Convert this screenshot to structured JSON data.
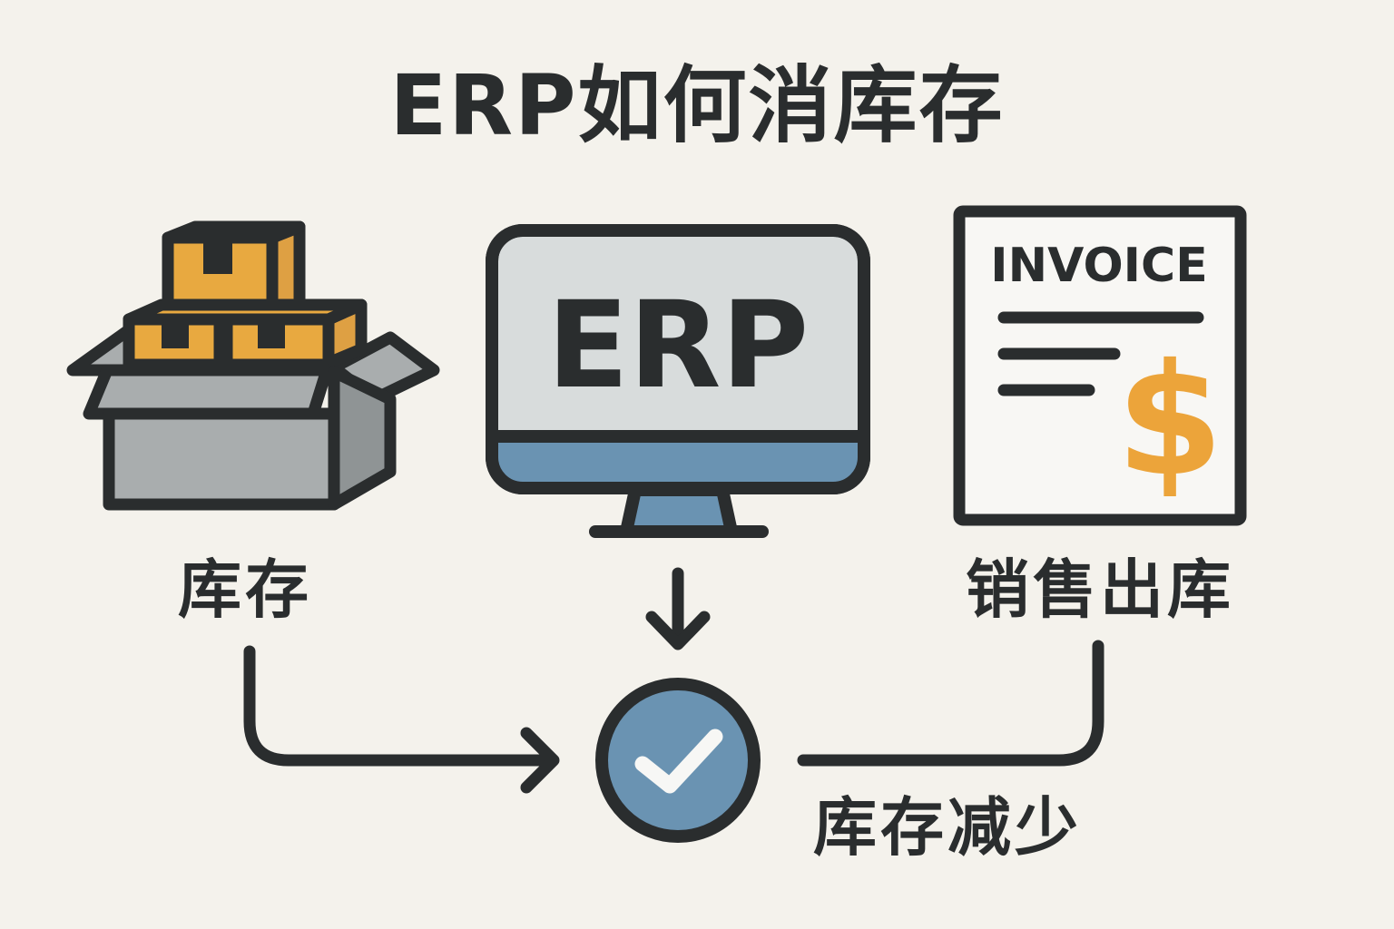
{
  "title": "ERP如何消库存",
  "nodes": {
    "inventory": {
      "label": "库存",
      "icon": "open-box-with-packages-icon"
    },
    "erp": {
      "screen_text": "ERP",
      "icon": "computer-monitor-icon"
    },
    "sales": {
      "label": "销售出库",
      "invoice_title": "INVOICE",
      "currency_symbol": "$",
      "icon": "invoice-document-icon"
    },
    "result": {
      "label": "库存减少",
      "icon": "check-circle-icon"
    }
  },
  "edges": [
    {
      "from": "inventory",
      "to": "result",
      "style": "arrow"
    },
    {
      "from": "erp",
      "to": "result",
      "style": "arrow"
    },
    {
      "from": "sales",
      "to": "result",
      "style": "line"
    }
  ],
  "colors": {
    "background": "#f4f2ec",
    "outline": "#2a2d2e",
    "package_orange": "#e8a940",
    "box_gray": "#a9adae",
    "screen_gray": "#d8dcdc",
    "accent_blue": "#6a93b2",
    "dollar_orange": "#eca43a",
    "check_white": "#f7f7f5"
  }
}
